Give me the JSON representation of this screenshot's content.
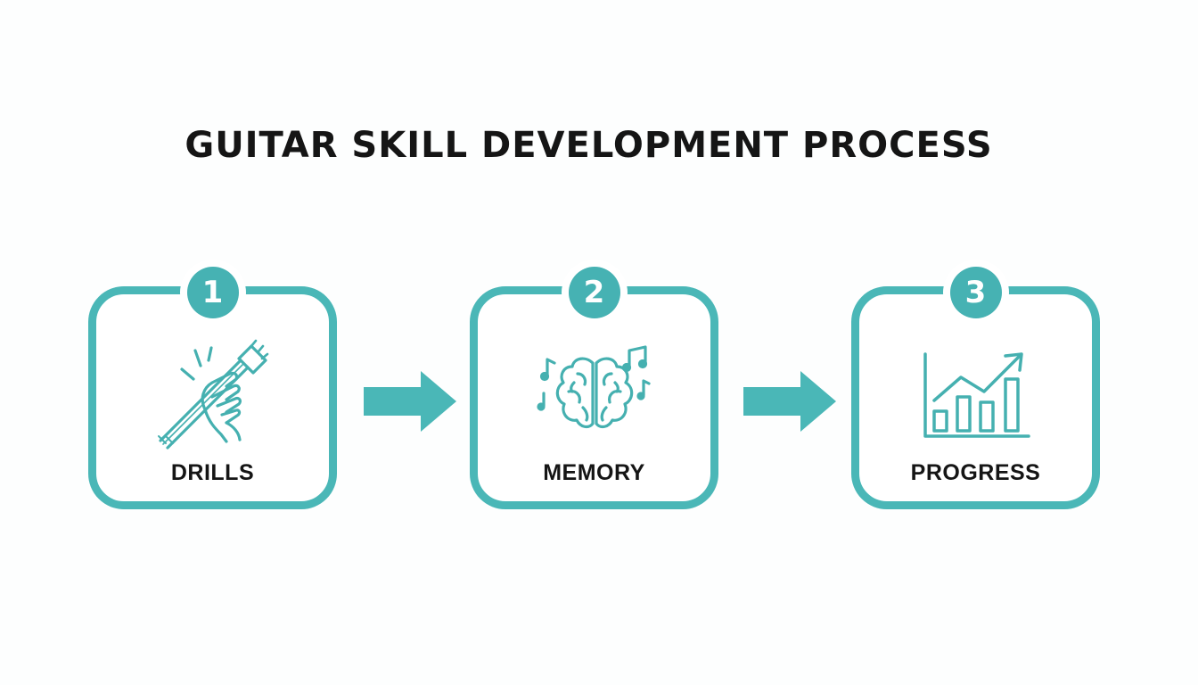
{
  "title": "GUITAR SKILL DEVELOPMENT PROCESS",
  "accent_color": "#4ab7b7",
  "steps": [
    {
      "number": "1",
      "label": "DRILLS",
      "icon": "hand-on-guitar-neck-icon"
    },
    {
      "number": "2",
      "label": "MEMORY",
      "icon": "brain-with-music-notes-icon"
    },
    {
      "number": "3",
      "label": "PROGRESS",
      "icon": "rising-bar-chart-icon"
    }
  ],
  "connectors": [
    "arrow-right-icon",
    "arrow-right-icon"
  ]
}
